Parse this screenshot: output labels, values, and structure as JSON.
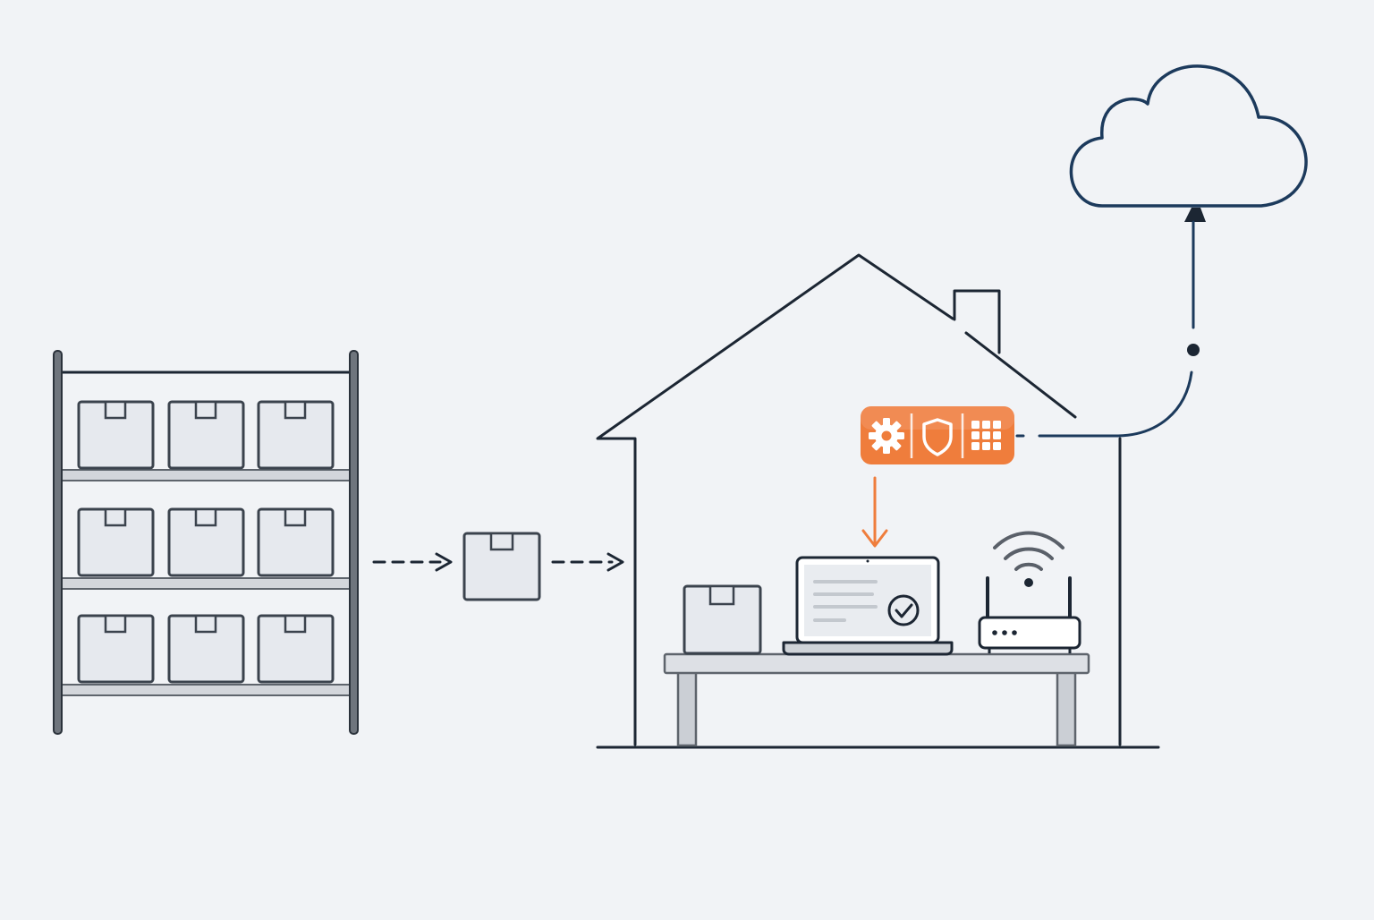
{
  "diagram": {
    "warehouse": {
      "rows": 3,
      "boxes_per_row": 3
    },
    "flow": {
      "arrow_count": 2,
      "style": "dashed"
    },
    "panel": {
      "icons": [
        "gear-icon",
        "shield-icon",
        "grid-icon"
      ],
      "color": "#ef7d3c"
    },
    "laptop": {
      "status_icon": "check-circle-icon"
    },
    "router": {
      "signal_icon": "wifi-icon"
    },
    "cloud": {
      "icon": "cloud-icon"
    },
    "colors": {
      "background": "#f1f3f6",
      "outline": "#1c2633",
      "cable": "#1c3a5c",
      "accent": "#ef7d3c",
      "box_fill": "#e6e9ee"
    }
  }
}
